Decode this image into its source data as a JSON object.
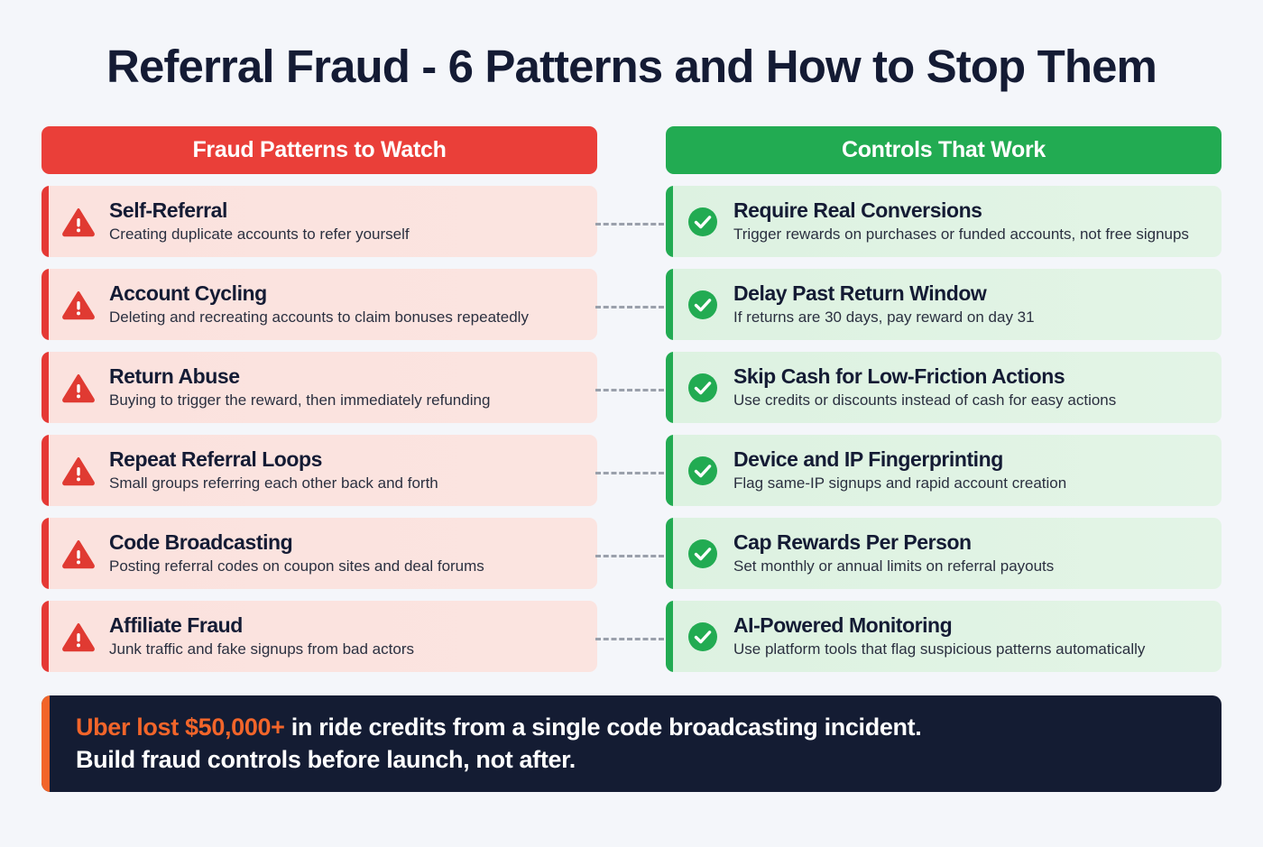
{
  "page": {
    "title": "Referral Fraud - 6 Patterns and How to Stop Them",
    "background_color": "#f4f6fa"
  },
  "columns": {
    "left": {
      "header": "Fraud Patterns to Watch",
      "header_color": "#ea3f39",
      "accent_color": "#e53935",
      "row_background": "#fbe3df",
      "icon": "warning-triangle-icon",
      "items": [
        {
          "title": "Self-Referral",
          "desc": "Creating duplicate accounts to refer yourself"
        },
        {
          "title": "Account Cycling",
          "desc": "Deleting and recreating accounts to claim bonuses repeatedly"
        },
        {
          "title": "Return Abuse",
          "desc": "Buying to trigger the reward, then immediately refunding"
        },
        {
          "title": "Repeat Referral Loops",
          "desc": "Small groups referring each other back and forth"
        },
        {
          "title": "Code Broadcasting",
          "desc": "Posting referral codes on coupon sites and deal forums"
        },
        {
          "title": "Affiliate Fraud",
          "desc": "Junk traffic and fake signups from bad actors"
        }
      ]
    },
    "right": {
      "header": "Controls That Work",
      "header_color": "#22ab52",
      "accent_color": "#22ab52",
      "row_background": "#ddf2e1",
      "icon": "check-circle-icon",
      "items": [
        {
          "title": "Require Real Conversions",
          "desc": "Trigger rewards on purchases or funded accounts, not free signups"
        },
        {
          "title": "Delay Past Return Window",
          "desc": "If returns are 30 days, pay reward on day 31"
        },
        {
          "title": "Skip Cash for Low-Friction Actions",
          "desc": "Use credits or discounts instead of cash for easy actions"
        },
        {
          "title": "Device and IP Fingerprinting",
          "desc": "Flag same-IP signups and rapid account creation"
        },
        {
          "title": "Cap Rewards Per Person",
          "desc": "Set monthly or annual limits on referral payouts"
        },
        {
          "title": "AI-Powered Monitoring",
          "desc": "Use platform tools that flag suspicious patterns automatically"
        }
      ]
    }
  },
  "banner": {
    "highlight": "Uber lost $50,000+",
    "rest": " in ride credits from a single code broadcasting incident.",
    "line2": "Build fraud controls before launch, not after.",
    "background_color": "#141c33",
    "accent_color": "#f2652a",
    "highlight_color": "#f2652a"
  }
}
